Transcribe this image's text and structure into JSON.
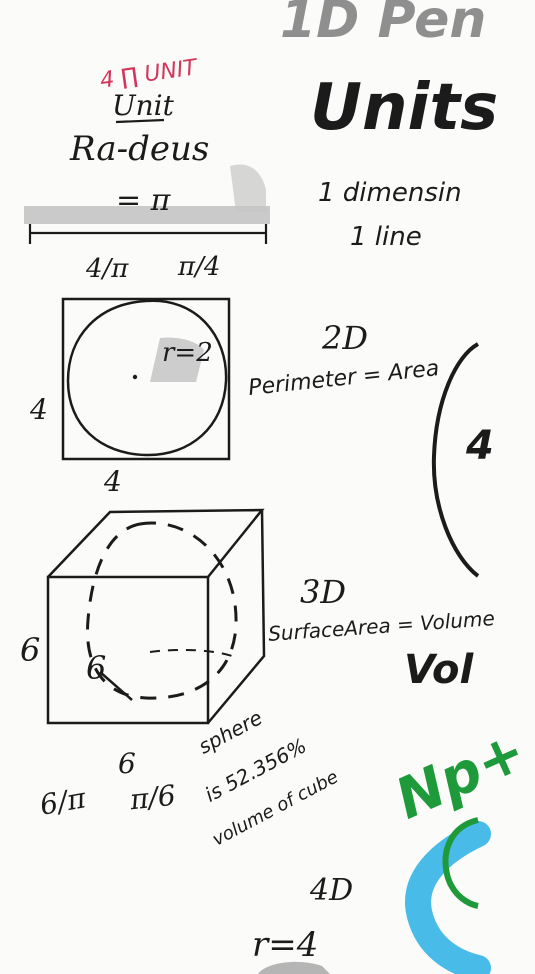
{
  "notes": {
    "top_heading_fragment": "1D Pen",
    "unit_annotation": "4 ∏ UNIT",
    "unit_label": "Unit",
    "radius_label": "Ra-deus",
    "pi_relation": "= π",
    "line_left_label": "4/π",
    "line_right_label": "π/4",
    "units_heading": "Units",
    "dimension_label": "1 dimensin",
    "line_label": "1 line",
    "label_2d": "2D",
    "perimeter_area": "Perimeter = Area",
    "radius_2": "r=2",
    "square_side_left": "4",
    "square_side_bottom": "4",
    "label_3d": "3D",
    "surface_volume": "SurfaceArea = Volume",
    "volume_fragment": "Vol",
    "cube_side_left": "6",
    "cube_inner": "6",
    "cube_side_bottom": "6",
    "ratio_left": "6/π",
    "ratio_right": "π/6",
    "sphere_note_1": "sphere",
    "sphere_note_2": "is 52.356%",
    "sphere_note_3": "volume of cube",
    "label_4d": "4D",
    "radius_4": "r=4",
    "green_note": "Np+",
    "side_circle_digit": "4"
  },
  "colors": {
    "ink": "#1b1b1b",
    "red_ink": "#d2365a",
    "green_marker": "#1f9a3a",
    "blue_marker": "#35b4e6",
    "gray_marker": "#9a9a9a"
  }
}
